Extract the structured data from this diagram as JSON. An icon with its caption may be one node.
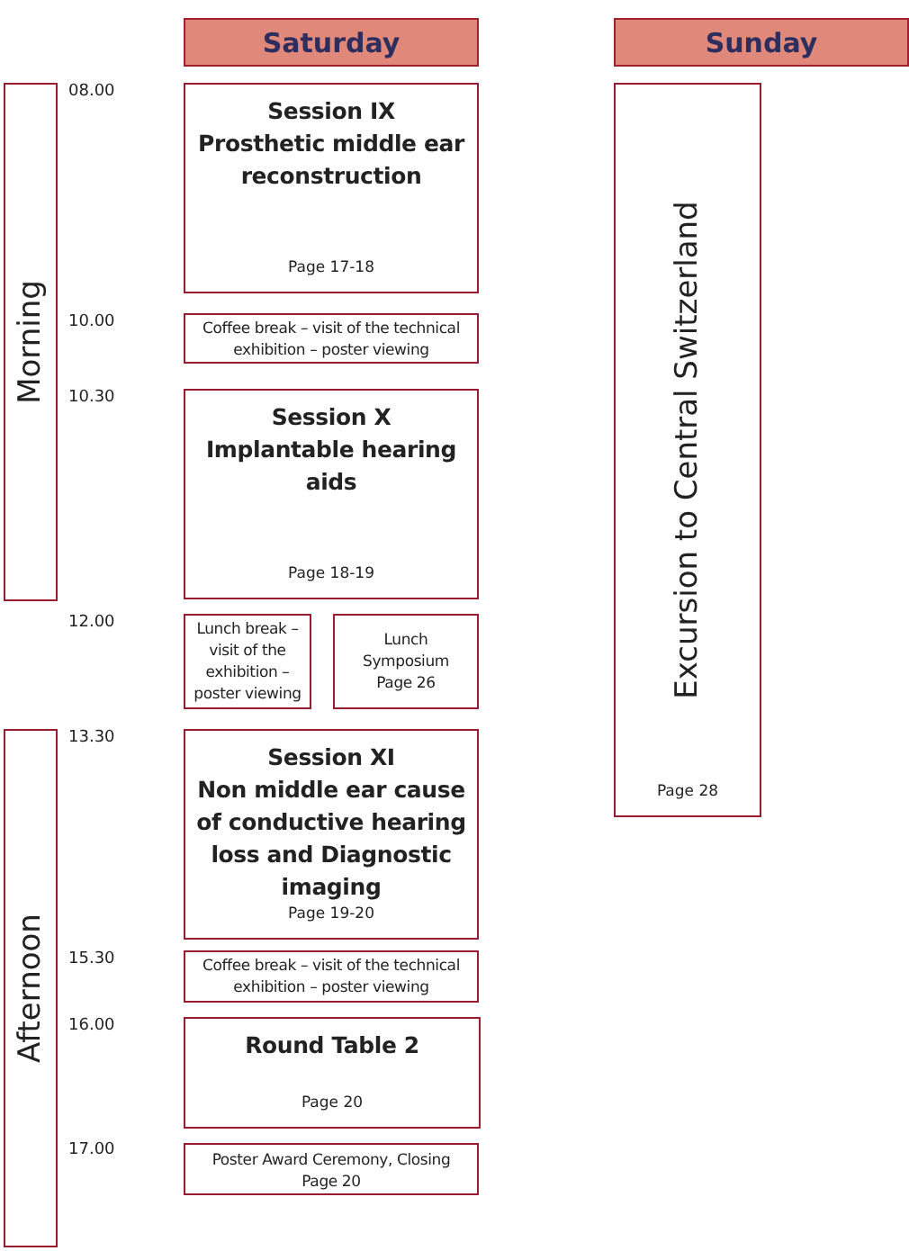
{
  "diagram": {
    "nodes": [
      {
        "text": [
          "Saturday"
        ]
      },
      {
        "text": [
          "Sunday"
        ]
      },
      {
        "text": [
          "Morning"
        ]
      },
      {
        "text": [
          "Session IX",
          "Prosthetic middle ear reconstruction",
          "Page 17-18"
        ]
      },
      {
        "text": [
          "Coffee break – visit of the technical exhibition – poster viewing"
        ]
      },
      {
        "text": [
          "Session X",
          "Implantable hearing aids",
          "Page 18-19"
        ]
      },
      {
        "text": [
          "Lunch break – visit of the exhibition – poster viewing"
        ]
      },
      {
        "text": [
          "Lunch Symposium",
          "Page 26"
        ]
      },
      {
        "text": [
          "Afternoon"
        ]
      },
      {
        "text": [
          "Session XI",
          "Non middle ear cause of conductive hearing loss and Diagnostic imaging",
          "Page 19-20"
        ]
      },
      {
        "text": [
          "Coffee break – visit of the technical exhibition – poster viewing"
        ]
      },
      {
        "text": [
          "Round Table 2",
          "Page 20"
        ]
      },
      {
        "text": [
          "Poster Award Ceremony, Closing",
          "Page 20"
        ]
      },
      {
        "text": [
          "Excursion to Central Switzerland",
          "Page 28"
        ]
      }
    ],
    "labels": [
      "08.00",
      "10.00",
      "10.30",
      "12.00",
      "13.30",
      "15.30",
      "16.00",
      "17.00"
    ]
  }
}
